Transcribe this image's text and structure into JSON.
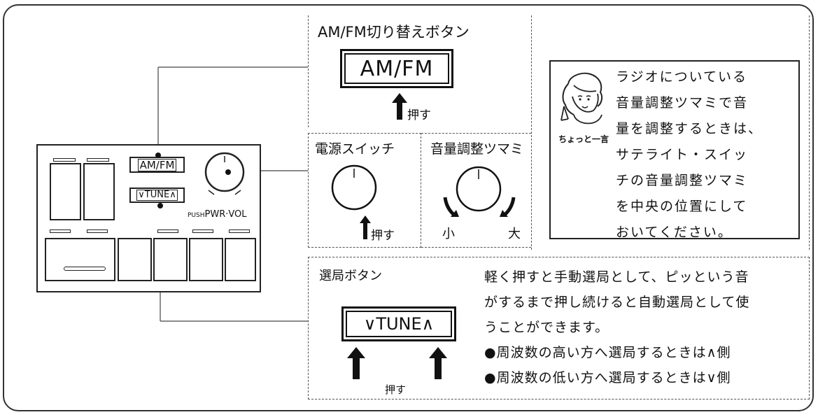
{
  "amfm_section": {
    "title": "AM/FM切り替えボタン",
    "button_label": "AM/FM",
    "push_label": "押す"
  },
  "tip_section": {
    "character_caption": "ちょっと一言",
    "lines": [
      "ラジオについている",
      "音量調整ツマミで音",
      "量を調整するときは、",
      "サテライト・スイッ",
      "チの音量調整ツマミ",
      "を中央の位置にして",
      "おいてください。"
    ]
  },
  "power_section": {
    "title": "電源スイッチ",
    "push_label": "押す"
  },
  "volume_section": {
    "title": "音量調整ツマミ",
    "small_label": "小",
    "large_label": "大"
  },
  "tuning_section": {
    "title": "選局ボタン",
    "button_label": "∨TUNE∧",
    "push_label": "押す",
    "description_lines": [
      "軽く押すと手動選局として、ピッという音",
      "がするまで押し続けると自動選局として使",
      "うことができます。",
      "●周波数の高い方へ選局するときは∧側",
      "●周波数の低い方へ選局するときは∨側"
    ]
  },
  "panel": {
    "amfm_label": "AM/FM",
    "tune_label": "∨TUNE∧",
    "knob_label_small": "PUSH",
    "knob_label_large": "PWR·VOL"
  }
}
